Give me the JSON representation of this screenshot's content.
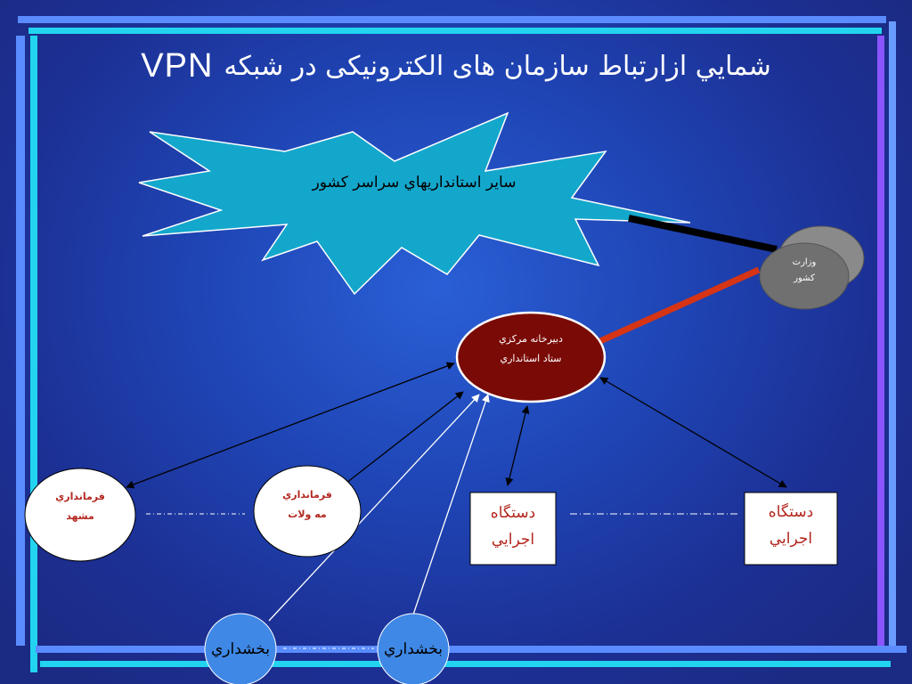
{
  "title": {
    "persian": "شمايي ازارتباط سازمان های الکترونیکی در شبکه",
    "latin": "VPN"
  },
  "nodes": {
    "other_provinces": "ساير استانداريهاي سراسر كشور",
    "ministry": {
      "line1": "وزارت",
      "line2": "كشور"
    },
    "hq": {
      "line1": "دبيرخانه مركزي",
      "line2": "ستاد استانداري"
    },
    "gov_mashhad": {
      "line1": "فرمانداري",
      "line2": "مشهد"
    },
    "gov_mahvelat": {
      "line1": "فرمانداري",
      "line2": "مه ولات"
    },
    "exec_agency_1": {
      "line1": "دستگاه",
      "line2": "اجرايي"
    },
    "exec_agency_2": {
      "line1": "دستگاه",
      "line2": "اجرايي"
    },
    "district_1": "بخشداري",
    "district_2": "بخشداري"
  },
  "colors": {
    "background": "#1f45b5",
    "burst_fill": "#14a7cc",
    "hq_fill": "#7a0a05",
    "ministry_fill": "#707070",
    "district_fill": "#3f88e6",
    "label_red": "#b3261e",
    "black_link": "#000000",
    "red_link": "#d63414"
  }
}
